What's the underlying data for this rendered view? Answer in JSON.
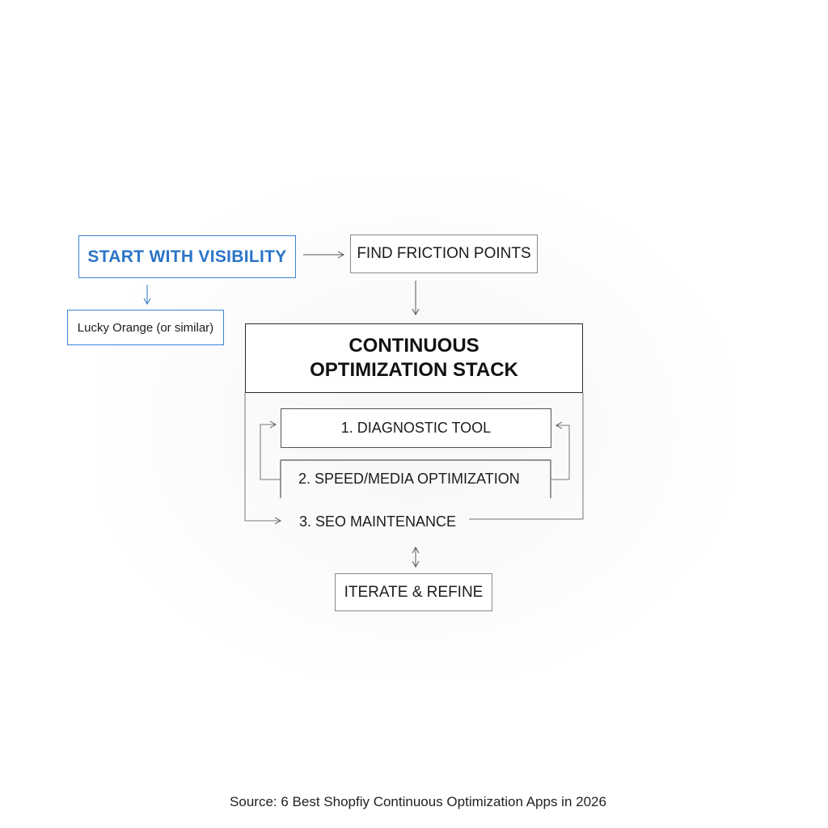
{
  "nodes": {
    "start": "START WITH VISIBILITY",
    "friction": "FIND FRICTION POINTS",
    "lucky": "Lucky Orange (or similar)",
    "stack_title_line1": "CONTINUOUS",
    "stack_title_line2": "OPTIMIZATION STACK",
    "diagnostic": "1. DIAGNOSTIC TOOL",
    "speed": "2. SPEED/MEDIA OPTIMIZATION",
    "seo": "3. SEO MAINTENANCE",
    "iterate": "ITERATE & REFINE"
  },
  "source": "Source: 6 Best Shopfiy Continuous Optimization Apps in 2026",
  "colors": {
    "accent": "#2b74c8",
    "border": "#8a8a8a",
    "text": "#1c1c1c"
  }
}
